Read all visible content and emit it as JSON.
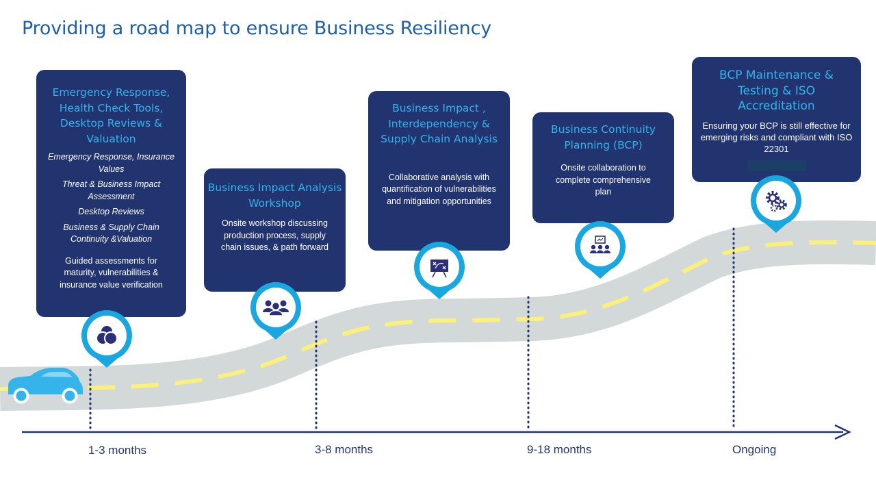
{
  "title": "Providing a road map to ensure Business Resiliency",
  "colors": {
    "title": "#1f5fa6",
    "card_bg": "#213470",
    "card_heading": "#34b4ea",
    "pin": "#1aa7e0",
    "road": "#d3d9d9",
    "road_dash": "#fbf07a",
    "axis": "#213470",
    "car": "#34b4ea"
  },
  "stages": [
    {
      "heading": "Emergency Response, Health Check Tools, Desktop Reviews & Valuation",
      "items": [
        "Emergency Response, Insurance Values",
        "Threat & Business Impact Assessment",
        "Desktop Reviews",
        "Business & Supply Chain Continuity &Valuation"
      ],
      "body": "Guided assessments for maturity, vulnerabilities & insurance value verification",
      "icon": "venn-circles-icon"
    },
    {
      "heading": "Business Impact Analysis Workshop",
      "body": "Onsite workshop discussing production process, supply chain issues, & path forward",
      "icon": "team-group-icon"
    },
    {
      "heading": "Business Impact , Interdependency & Supply Chain Analysis",
      "body": "Collaborative analysis with quantification of vulnerabilities and mitigation opportunities",
      "icon": "strategy-board-icon"
    },
    {
      "heading": "Business Continuity Planning (BCP)",
      "body": "Onsite collaboration to complete comprehensive plan",
      "icon": "presentation-audience-icon"
    },
    {
      "heading": "BCP Maintenance & Testing & ISO Accreditation",
      "body": "Ensuring your BCP is still effective for emerging risks and compliant with ISO 22301",
      "icon": "gears-icon"
    }
  ],
  "timeline": [
    "1-3 months",
    "3-8 months",
    "9-18 months",
    "Ongoing"
  ]
}
